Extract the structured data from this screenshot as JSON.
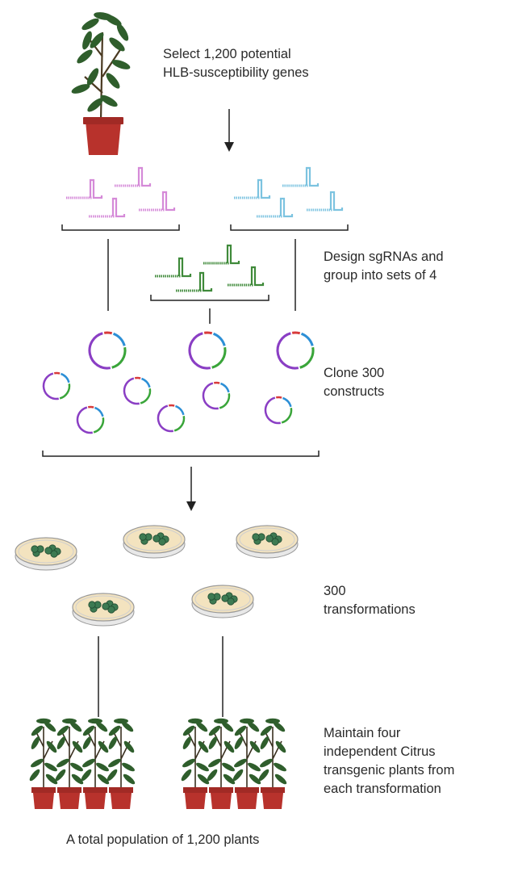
{
  "steps": {
    "select": {
      "line1": "Select 1,200 potential",
      "line2": "HLB-susceptibility genes"
    },
    "design": {
      "line1": "Design sgRNAs and",
      "line2": "group into sets of 4"
    },
    "clone": {
      "line1": "Clone 300",
      "line2": "constructs"
    },
    "transform": {
      "line1": "300",
      "line2": "transformations"
    },
    "maintain": {
      "line1": "Maintain four",
      "line2": "independent Citrus",
      "line3": "transgenic plants from",
      "line4": "each transformation"
    }
  },
  "footer": {
    "total": "A total population of 1,200 plants"
  },
  "colors": {
    "sgrna_pink": "#d58ad8",
    "sgrna_blue": "#7cc3e0",
    "sgrna_green": "#3f8a3a",
    "plasmid_purple": "#8a3ec4",
    "plasmid_blue": "#2c8fd6",
    "plasmid_green": "#3aa53a",
    "plasmid_red": "#d83a3a",
    "pot_red": "#b8322c",
    "leaf_green": "#2f5e2c",
    "dish_cream": "#f3e3bf",
    "line": "#222222"
  }
}
